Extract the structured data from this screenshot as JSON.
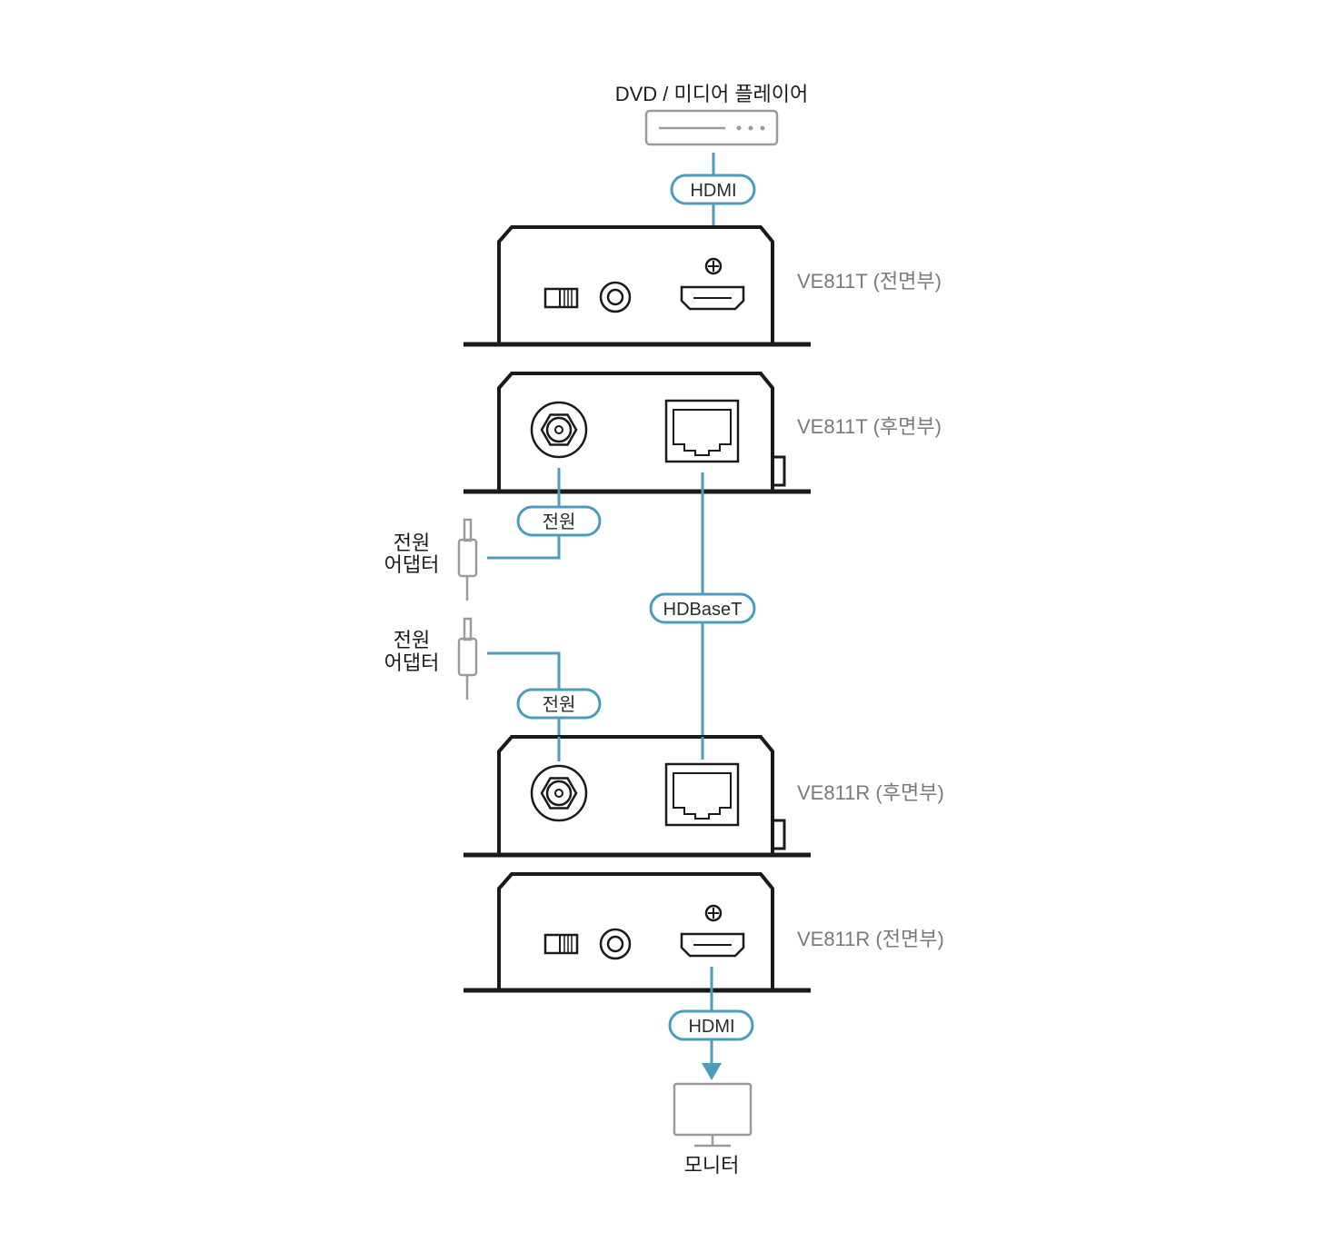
{
  "source": {
    "label": "DVD / 미디어 플레이어"
  },
  "connections": {
    "hdmi_in": "HDMI",
    "hdbaset": "HDBaseT",
    "power_tx": "전원",
    "power_rx": "전원",
    "hdmi_out": "HDMI"
  },
  "adapters": {
    "top": {
      "line1": "전원",
      "line2": "어댑터"
    },
    "bottom": {
      "line1": "전원",
      "line2": "어댑터"
    }
  },
  "devices": {
    "tx_front": "VE811T (전면부)",
    "tx_rear": "VE811T (후면부)",
    "rx_rear": "VE811R (후면부)",
    "rx_front": "VE811R (전면부)"
  },
  "display": {
    "label": "모니터"
  },
  "colors": {
    "cable": "#4a9dbd",
    "device": "#1a1a1a",
    "peripheral": "#9a9a9a",
    "label": "#7a7a7a"
  }
}
